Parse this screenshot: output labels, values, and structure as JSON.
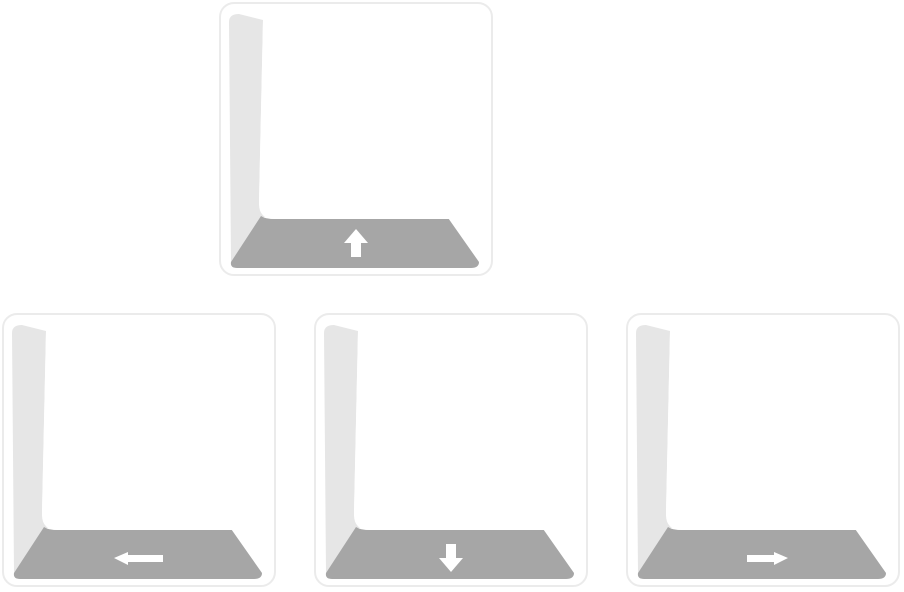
{
  "keys": [
    {
      "id": "key-up",
      "name": "up-arrow-key",
      "icon": "arrow-up-icon",
      "direction": "up"
    },
    {
      "id": "key-left",
      "name": "left-arrow-key",
      "icon": "arrow-left-icon",
      "direction": "left"
    },
    {
      "id": "key-down",
      "name": "down-arrow-key",
      "icon": "arrow-down-icon",
      "direction": "down"
    },
    {
      "id": "key-right",
      "name": "right-arrow-key",
      "icon": "arrow-right-icon",
      "direction": "right"
    }
  ],
  "colors": {
    "background": "#ffffff",
    "key_face": "#ffffff",
    "key_outline": "#ebebeb",
    "left_bevel": "#e6e6e6",
    "bottom_bevel": "#a6a6a6",
    "arrow": "#ffffff"
  }
}
